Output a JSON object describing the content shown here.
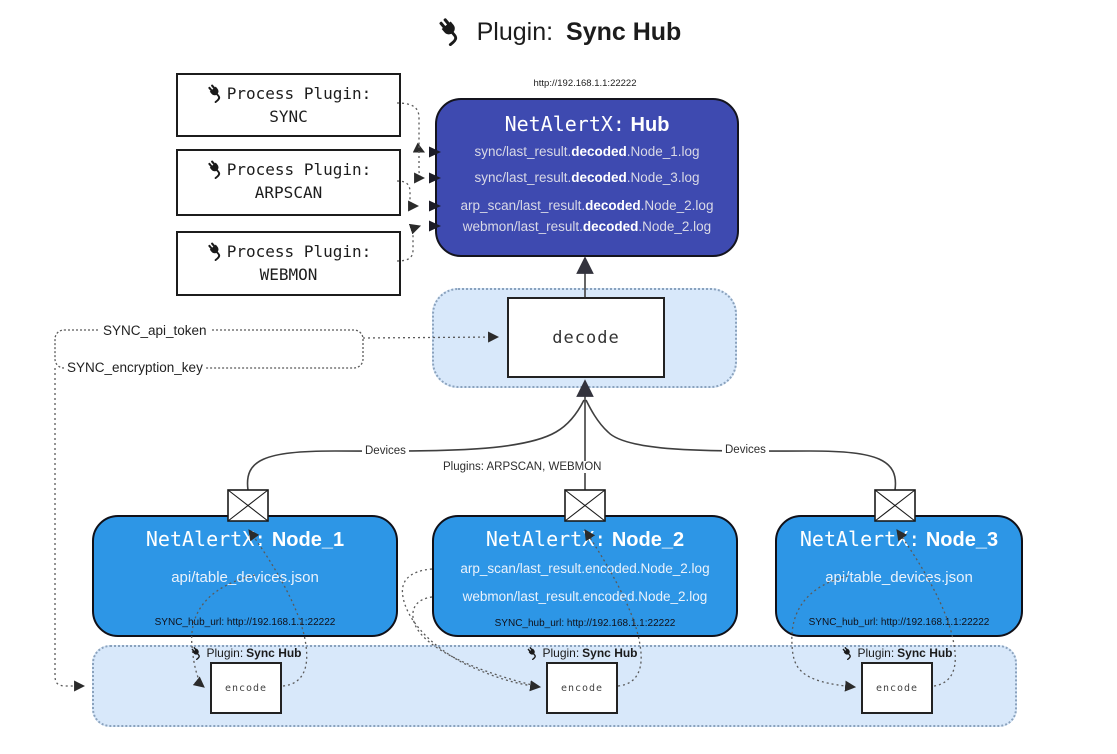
{
  "title": {
    "label": "Plugin:",
    "name": "Sync Hub"
  },
  "hub": {
    "url": "http://192.168.1.1:22222",
    "title_prefix": "NetAlertX:",
    "title_name": "Hub",
    "lines": [
      {
        "pre": "sync/last_result.",
        "bold": "decoded",
        "post": ".Node_1.log"
      },
      {
        "pre": "sync/last_result.",
        "bold": "decoded",
        "post": ".Node_3.log"
      },
      {
        "pre": "arp_scan/last_result.",
        "bold": "decoded",
        "post": ".Node_2.log"
      },
      {
        "pre": "webmon/last_result.",
        "bold": "decoded",
        "post": ".Node_2.log"
      }
    ]
  },
  "process_plugins": [
    {
      "label": "Process Plugin:",
      "name": "SYNC"
    },
    {
      "label": "Process Plugin:",
      "name": "ARPSCAN"
    },
    {
      "label": "Process Plugin:",
      "name": "WEBMON"
    }
  ],
  "decode_box": {
    "label": "decode"
  },
  "settings": {
    "api_token": "SYNC_api_token",
    "encryption_key": "SYNC_encryption_key"
  },
  "edge_labels": {
    "devices_left": "Devices",
    "devices_right": "Devices",
    "plugins_mid": "Plugins: ARPSCAN, WEBMON"
  },
  "nodes": [
    {
      "title_prefix": "NetAlertX:",
      "title_name": "Node_1",
      "line1": "api/table_devices.json",
      "hub_url": "SYNC_hub_url: http://192.168.1.1:22222"
    },
    {
      "title_prefix": "NetAlertX:",
      "title_name": "Node_2",
      "line1": "arp_scan/last_result.encoded.Node_2.log",
      "line2": "webmon/last_result.encoded.Node_2.log",
      "hub_url": "SYNC_hub_url: http://192.168.1.1:22222"
    },
    {
      "title_prefix": "NetAlertX:",
      "title_name": "Node_3",
      "line1": "api/table_devices.json",
      "hub_url": "SYNC_hub_url: http://192.168.1.1:22222"
    }
  ],
  "encode_section": {
    "plugin_label": "Plugin:",
    "plugin_name": "Sync Hub",
    "encode_label": "encode"
  },
  "colors": {
    "hub-bg": "#3E4AB0",
    "node-bg": "#2D96E6",
    "panel-bg": "#D8E8FA",
    "panel-border": "#8AA2BD",
    "line": "#3F3F3F",
    "dotted": "#5A5A5A"
  }
}
